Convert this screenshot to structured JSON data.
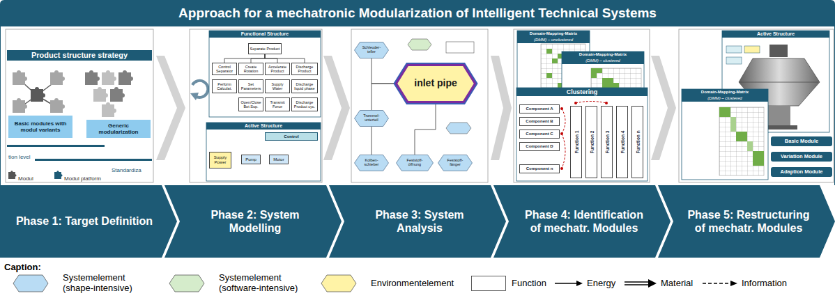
{
  "diagram": {
    "title": "Approach for a mechatronic Modularization of Intelligent Technical Systems",
    "nodes": [
      {
        "text": [
          "Product structure strategy"
        ]
      },
      {
        "text": [
          "Basic modules with modul variants"
        ],
        "in": 0
      },
      {
        "text": [
          "Generic modularization"
        ],
        "in": 0
      },
      {
        "text": [
          "Functional Structure"
        ]
      },
      {
        "text": [
          "Separate Product"
        ],
        "in": 3
      },
      {
        "text": [
          "Control Separator"
        ],
        "in": 3
      },
      {
        "text": [
          "Create Rotation"
        ],
        "in": 3
      },
      {
        "text": [
          "Accelerate Product"
        ],
        "in": 3
      },
      {
        "text": [
          "Discharge Product"
        ],
        "in": 3
      },
      {
        "text": [
          "Perform Calculat."
        ],
        "in": 3
      },
      {
        "text": [
          "Set Parameters"
        ],
        "in": 3
      },
      {
        "text": [
          "Supply Water"
        ],
        "in": 3
      },
      {
        "text": [
          "Discharge liquid phase"
        ],
        "in": 3
      },
      {
        "text": [
          "Open/Close Bot Sup."
        ],
        "in": 3
      },
      {
        "text": [
          "Transmit Force"
        ],
        "in": 3
      },
      {
        "text": [
          "Discharge Product cyc."
        ],
        "in": 3
      },
      {
        "text": [
          "Active Structure"
        ]
      },
      {
        "text": [
          "Control"
        ],
        "in": 16
      },
      {
        "text": [
          "Supply Power"
        ],
        "in": 16
      },
      {
        "text": [
          "Pump"
        ],
        "in": 16
      },
      {
        "text": [
          "Motor"
        ],
        "in": 16
      },
      {
        "text": [
          "Schleuder-teller"
        ]
      },
      {
        "text": [
          "inlet pipe"
        ]
      },
      {
        "text": [
          "Trommel-unterteil"
        ]
      },
      {
        "text": [
          "Kolben-schieber"
        ]
      },
      {
        "text": [
          "Feststoff-öffnung"
        ]
      },
      {
        "text": [
          "Feststoff-fänger"
        ]
      },
      {
        "text": [
          "Domain-Mapping-Matrix",
          "(DMM) – unclustered"
        ]
      },
      {
        "text": [
          "Domain-Mapping-Matrix",
          "(DMM) – clustered"
        ]
      },
      {
        "text": [
          "Clustering"
        ]
      },
      {
        "text": [
          "Component A"
        ],
        "in": 29
      },
      {
        "text": [
          "Component B"
        ],
        "in": 29
      },
      {
        "text": [
          "Component C"
        ],
        "in": 29
      },
      {
        "text": [
          "Component D"
        ],
        "in": 29
      },
      {
        "text": [
          "Component n"
        ],
        "in": 29
      },
      {
        "text": [
          "Function 1"
        ],
        "in": 29
      },
      {
        "text": [
          "Function 2"
        ],
        "in": 29
      },
      {
        "text": [
          "Function 3"
        ],
        "in": 29
      },
      {
        "text": [
          "Function 4"
        ],
        "in": 29
      },
      {
        "text": [
          "Function n"
        ],
        "in": 29
      },
      {
        "text": [
          "Active Structure"
        ]
      },
      {
        "text": [
          "Domain-Mapping-Matrix",
          "(DMM) – clustered"
        ]
      },
      {
        "text": [
          "Basic Module"
        ]
      },
      {
        "text": [
          "Variation Module"
        ]
      },
      {
        "text": [
          "Adaption Module"
        ]
      },
      {
        "text": [
          "Phase 1: Target Definition"
        ]
      },
      {
        "text": [
          "Phase 2: System Modelling"
        ]
      },
      {
        "text": [
          "Phase 3: System Analysis"
        ]
      },
      {
        "text": [
          "Phase 4: Identification of mechatr. Modules"
        ]
      },
      {
        "text": [
          "Phase 5: Restructuring of mechatr. Modules"
        ]
      }
    ],
    "edges": [
      {
        "from": 4,
        "to": 5,
        "arrow": "none"
      },
      {
        "from": 4,
        "to": 6,
        "arrow": "none"
      },
      {
        "from": 4,
        "to": 7,
        "arrow": "none"
      },
      {
        "from": 4,
        "to": 8,
        "arrow": "none"
      },
      {
        "from": 21,
        "to": 22,
        "arrow": "none"
      },
      {
        "from": 23,
        "to": 22,
        "arrow": "none"
      },
      {
        "from": 23,
        "to": 24,
        "arrow": "none"
      },
      {
        "from": 22,
        "to": 25,
        "arrow": "none"
      }
    ],
    "labels": [
      "tion level",
      "Standardiza",
      "Modul",
      "Modul platform",
      "Caption:"
    ],
    "legend": [
      {
        "text": "Systemelement (shape-intensive)",
        "color": "#b9dcf4"
      },
      {
        "text": "Systemelement (software-intensive)",
        "color": "#d5eccb"
      },
      {
        "text": "Environmentelement",
        "color": "#fff3a6"
      },
      {
        "text": "Function",
        "color": "#ffffff"
      },
      {
        "text": "Energy"
      },
      {
        "text": "Material"
      },
      {
        "text": "Information"
      }
    ]
  }
}
